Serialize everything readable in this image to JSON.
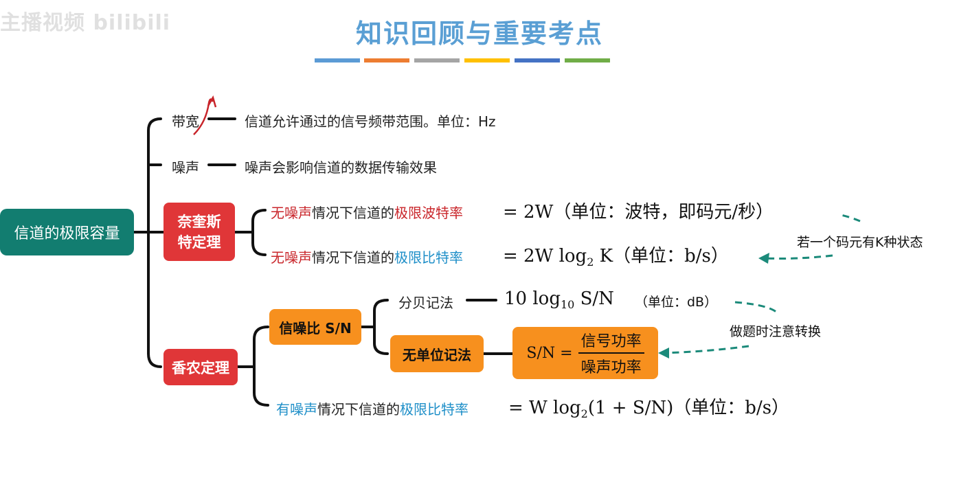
{
  "watermark": "主播视频 bilibili",
  "title": "知识回顾与重要考点",
  "color_bars": [
    "#5b9bd5",
    "#ed7d31",
    "#a5a5a5",
    "#ffc000",
    "#4472c4",
    "#70ad47"
  ],
  "root": "信道的极限容量",
  "bandwidth": {
    "label": "带宽",
    "desc": "信道允许通过的信号频带范围。单位：Hz"
  },
  "noise": {
    "label": "噪声",
    "desc": "噪声会影响信道的数据传输效果"
  },
  "nyquist": {
    "label_line1": "奈奎斯",
    "label_line2": "特定理",
    "row1": {
      "red": "无噪声",
      "plain": "情况下信道的",
      "hl": "极限波特率",
      "formula": "= 2W（单位：波特，即码元/秒）"
    },
    "row2": {
      "red": "无噪声",
      "plain": "情况下信道的",
      "hl": "极限比特率",
      "formula_main": "= 2W log",
      "formula_sub": "2",
      "formula_rest": "K（单位：b/s）"
    },
    "annotation": "若一个码元有K种状态"
  },
  "shannon": {
    "label": "香农定理",
    "snr": "信噪比 S/N",
    "db_label": "分贝记法",
    "db_formula_main": "10 log",
    "db_formula_sub": "10",
    "db_formula_rest": "S/N",
    "db_unit": "（单位：dB）",
    "unitless": "无单位记法",
    "frac_lhs": "S/N =",
    "frac_num": "信号功率",
    "frac_den": "噪声功率",
    "annotation": "做题时注意转换",
    "row": {
      "blue1": "有噪声",
      "plain": "情况下信道的",
      "blue2": "极限比特率",
      "formula_main": "= W log",
      "formula_sub": "2",
      "formula_rest": "(1 + S/N)（单位：b/s）"
    }
  }
}
